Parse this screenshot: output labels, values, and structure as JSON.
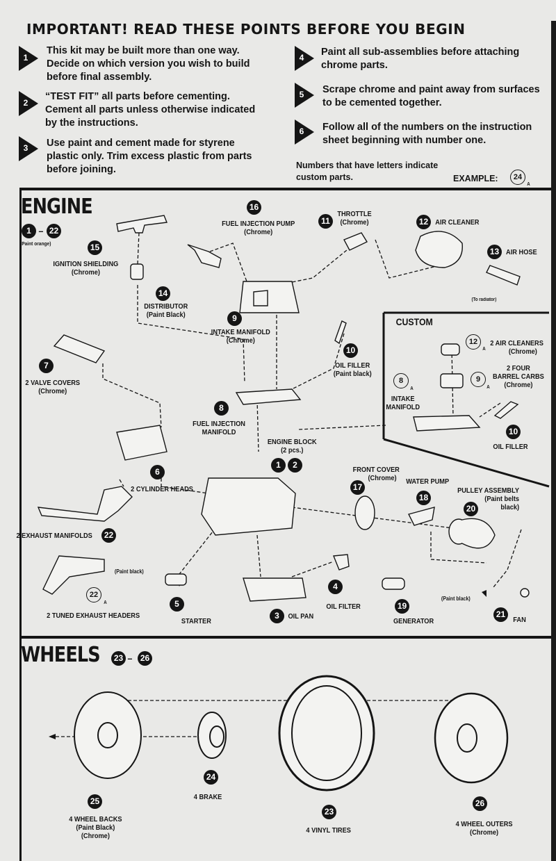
{
  "header": {
    "title": "IMPORTANT!  READ THESE POINTS BEFORE YOU BEGIN"
  },
  "steps": [
    {
      "n": "1",
      "l1": "This kit may be built more than one way.",
      "l2": "Decide on which version you wish to build",
      "l3": "before final assembly."
    },
    {
      "n": "2",
      "l1": "“TEST FIT” all parts before cementing.",
      "l2": "Cement all parts unless otherwise indicated",
      "l3": "by the instructions."
    },
    {
      "n": "3",
      "l1": "Use paint and cement made for styrene",
      "l2": "plastic only. Trim excess plastic from parts",
      "l3": "before joining."
    },
    {
      "n": "4",
      "l1": "Paint all sub-assemblies before attaching",
      "l2": "chrome parts."
    },
    {
      "n": "5",
      "l1": "Scrape chrome and paint away from surfaces",
      "l2": "to be cemented together."
    },
    {
      "n": "6",
      "l1": "Follow all of the numbers on the instruction",
      "l2": "sheet beginning with  number one."
    }
  ],
  "note": {
    "l1": "Numbers that have letters indicate",
    "l2": "custom parts.",
    "example": "EXAMPLE:",
    "ex_num": "24",
    "ex_letter": "A"
  },
  "engine": {
    "title": "ENGINE",
    "range_a": "1",
    "range_b": "22",
    "range_dash": "–",
    "paint": "(Paint orange)",
    "custom_title": "CUSTOM",
    "parts": {
      "p15": {
        "n": "15",
        "l1": "IGNITION SHIELDING",
        "l2": "(Chrome)"
      },
      "p14": {
        "n": "14",
        "l1": "DISTRIBUTOR",
        "l2": "(Paint Black)"
      },
      "p16": {
        "n": "16",
        "l1": "FUEL INJECTION PUMP",
        "l2": "(Chrome)"
      },
      "p11": {
        "n": "11",
        "l1": "THROTTLE",
        "l2": "(Chrome)"
      },
      "p12": {
        "n": "12",
        "l1": "AIR CLEANER"
      },
      "p13": {
        "n": "13",
        "l1": "AIR HOSE",
        "l2": "(To radiator)"
      },
      "p9": {
        "n": "9",
        "l1": "INTAKE MANIFOLD",
        "l2": "(Chrome)"
      },
      "p10": {
        "n": "10",
        "l1": "OIL FILLER",
        "l2": "(Paint black)"
      },
      "p7": {
        "n": "7",
        "l1": "2 VALVE COVERS",
        "l2": "(Chrome)"
      },
      "p8": {
        "n": "8",
        "l1": "FUEL INJECTION",
        "l2": "MANIFOLD"
      },
      "block": {
        "n1": "1",
        "n2": "2",
        "l1": "ENGINE BLOCK",
        "l2": "(2 pcs.)"
      },
      "p6": {
        "n": "6",
        "l1": "2 CYLINDER HEADS"
      },
      "p17": {
        "n": "17",
        "l1": "FRONT COVER",
        "l2": "(Chrome)"
      },
      "p18": {
        "n": "18",
        "l1": "WATER PUMP"
      },
      "p20": {
        "n": "20",
        "l1": "PULLEY ASSEMBLY",
        "l2": "(Paint belts",
        "l3": "black)"
      },
      "p22": {
        "n": "22",
        "l1": "2 EXHAUST MANIFOLDS"
      },
      "p22a": {
        "n": "22",
        "letter": "A",
        "l1": "2 TUNED EXHAUST HEADERS",
        "paint": "(Paint black)"
      },
      "p5": {
        "n": "5",
        "l1": "STARTER"
      },
      "p4": {
        "n": "4",
        "l1": "OIL FILTER"
      },
      "p3": {
        "n": "3",
        "l1": "OIL PAN"
      },
      "p19": {
        "n": "19",
        "l1": "GENERATOR",
        "paint": "(Paint black)"
      },
      "p21": {
        "n": "21",
        "l1": "FAN"
      },
      "c12": {
        "n": "12",
        "letter": "A",
        "l1": "2 AIR CLEANERS",
        "l2": "(Chrome)"
      },
      "c9": {
        "n": "9",
        "letter": "A",
        "l1": "2 FOUR",
        "l2": "BARREL CARBS",
        "l3": "(Chrome)"
      },
      "c8": {
        "n": "8",
        "letter": "A",
        "l1": "INTAKE",
        "l2": "MANIFOLD"
      },
      "c10": {
        "n": "10",
        "l1": "OIL FILLER"
      }
    }
  },
  "wheels": {
    "title": "WHEELS",
    "range_a": "23",
    "range_b": "26",
    "range_dash": "–",
    "p25": {
      "n": "25",
      "l1": "4 WHEEL BACKS",
      "l2": "(Paint Black)",
      "l3": "(Chrome)"
    },
    "p24": {
      "n": "24",
      "l1": "4 BRAKE"
    },
    "p23": {
      "n": "23",
      "l1": "4 VINYL TIRES"
    },
    "p26": {
      "n": "26",
      "l1": "4 WHEEL OUTERS",
      "l2": "(Chrome)"
    }
  }
}
